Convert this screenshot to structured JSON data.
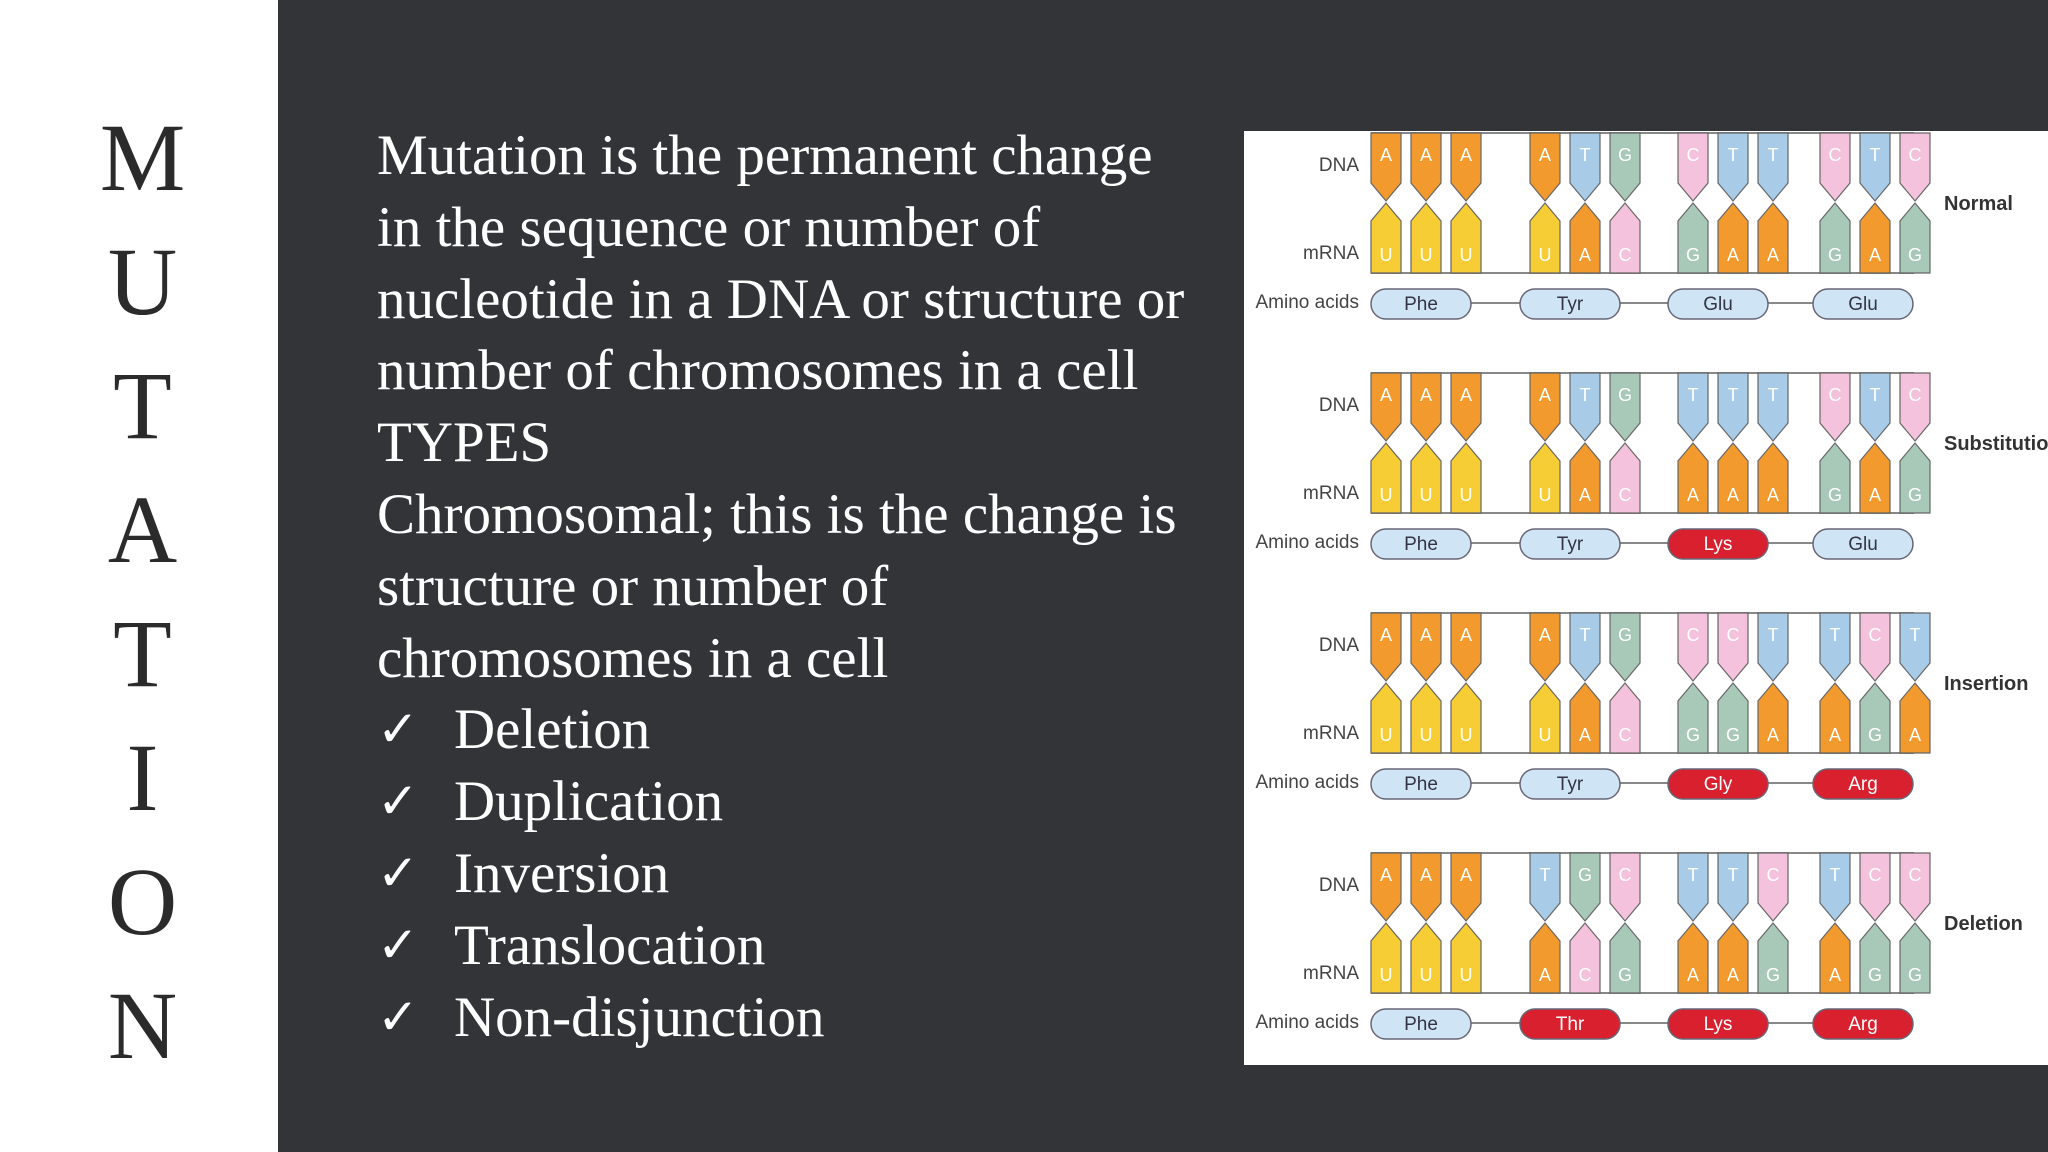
{
  "title_letters": [
    "M",
    "U",
    "T",
    "A",
    "T",
    "I",
    "O",
    "N"
  ],
  "body_lines": [
    "Mutation is the permanent change",
    "in the sequence or number of",
    "nucleotide in a DNA or structure or",
    "number of chromosomes in a cell",
    "TYPES",
    "Chromosomal; this is the change is",
    "structure or number of",
    "chromosomes in a cell"
  ],
  "checkmark": "✓",
  "types": [
    "Deletion",
    "Duplication",
    "Inversion",
    "Translocation",
    "Non-disjunction"
  ],
  "figure": {
    "labels": {
      "dna": "DNA",
      "mrna": "mRNA",
      "amino": "Amino acids"
    },
    "panels": [
      {
        "name": "Normal",
        "dna": [
          "A",
          "A",
          "A",
          "",
          "A",
          "T",
          "G",
          "",
          "C",
          "T",
          "T",
          "",
          "C",
          "T",
          "C"
        ],
        "mrna": [
          "U",
          "U",
          "U",
          "",
          "U",
          "A",
          "C",
          "",
          "G",
          "A",
          "A",
          "",
          "G",
          "A",
          "G"
        ],
        "amino": [
          "Phe",
          "Tyr",
          "Glu",
          "Glu"
        ],
        "amino_mutated": [
          false,
          false,
          false,
          false
        ]
      },
      {
        "name": "Substitution",
        "dna": [
          "A",
          "A",
          "A",
          "",
          "A",
          "T",
          "G",
          "",
          "T",
          "T",
          "T",
          "",
          "C",
          "T",
          "C"
        ],
        "mrna": [
          "U",
          "U",
          "U",
          "",
          "U",
          "A",
          "C",
          "",
          "A",
          "A",
          "A",
          "",
          "G",
          "A",
          "G"
        ],
        "amino": [
          "Phe",
          "Tyr",
          "Lys",
          "Glu"
        ],
        "amino_mutated": [
          false,
          false,
          true,
          false
        ]
      },
      {
        "name": "Insertion",
        "dna": [
          "A",
          "A",
          "A",
          "",
          "A",
          "T",
          "G",
          "",
          "C",
          "C",
          "T",
          "",
          "T",
          "C",
          "T"
        ],
        "mrna": [
          "U",
          "U",
          "U",
          "",
          "U",
          "A",
          "C",
          "",
          "G",
          "G",
          "A",
          "",
          "A",
          "G",
          "A"
        ],
        "amino": [
          "Phe",
          "Tyr",
          "Gly",
          "Arg"
        ],
        "amino_mutated": [
          false,
          false,
          true,
          true
        ]
      },
      {
        "name": "Deletion",
        "dna": [
          "A",
          "A",
          "A",
          "",
          "T",
          "G",
          "C",
          "",
          "T",
          "T",
          "C",
          "",
          "T",
          "C",
          "C"
        ],
        "mrna": [
          "U",
          "U",
          "U",
          "",
          "A",
          "C",
          "G",
          "",
          "A",
          "A",
          "G",
          "",
          "A",
          "G",
          "G"
        ],
        "amino": [
          "Phe",
          "Thr",
          "Lys",
          "Arg"
        ],
        "amino_mutated": [
          false,
          true,
          true,
          true
        ]
      }
    ],
    "colors": {
      "A": "#f29a2e",
      "U": "#f7cd35",
      "T": "#a8cbe8",
      "G": "#a9c9b8",
      "C": "#f4c2dc",
      "mutated": "#d9202f",
      "pill": "#cfe5f5"
    }
  }
}
